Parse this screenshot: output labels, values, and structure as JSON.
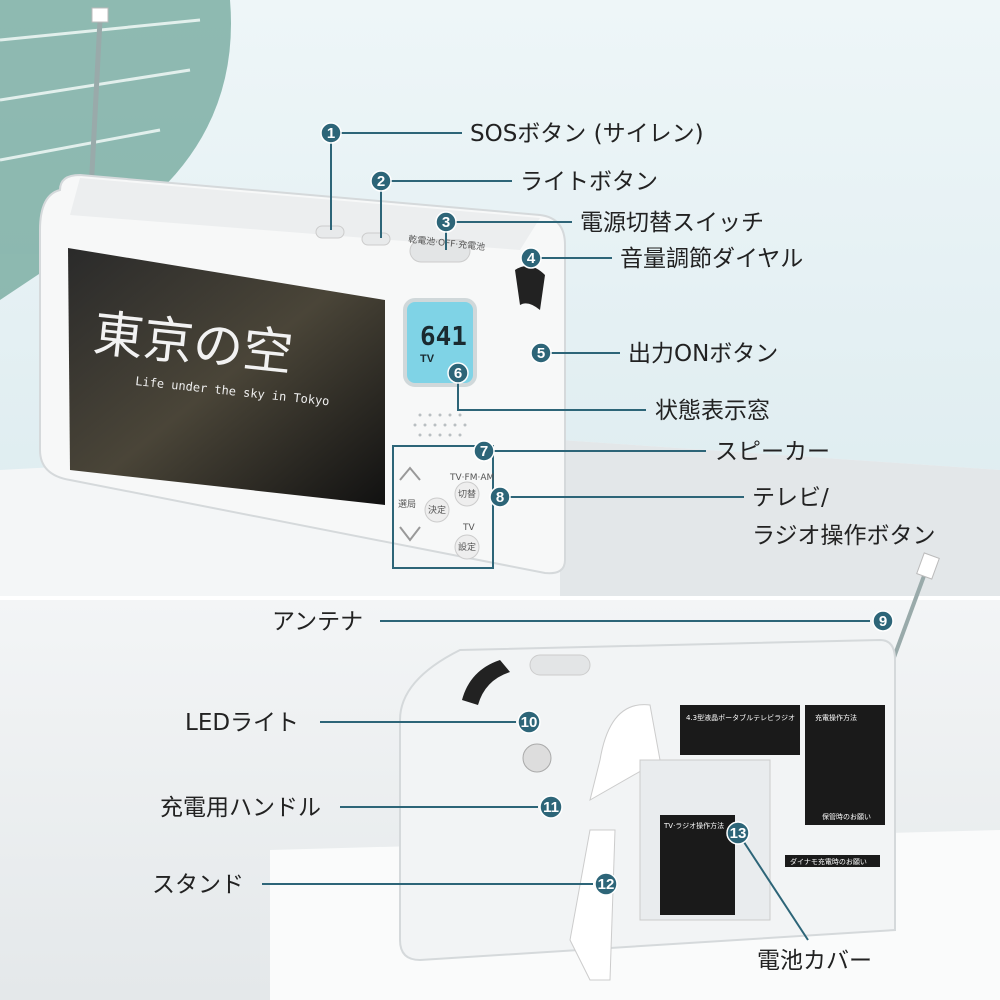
{
  "front": {
    "screen_title": "東京の空",
    "screen_subtitle": "Life under the sky in Tokyo",
    "lcd_channel": "641",
    "lcd_mode": "TV",
    "mode_label": "TV·FM·AM",
    "btn_switch": "切替",
    "btn_select_label": "選局",
    "btn_ok": "決定",
    "tv_label": "TV",
    "btn_setting": "設定",
    "switch_label": "乾電池·OFF·充電池"
  },
  "back": {
    "model_label": "4.3型液晶ポータブルテレビラジオ",
    "charge_title": "充電操作方法",
    "tv_radio_title": "TV·ラジオ操作方法",
    "storage_title": "保管時のお願い",
    "dynamo_title": "ダイナモ充電時のお願い"
  },
  "callouts": [
    {
      "n": "1",
      "label": "SOSボタン (サイレン)"
    },
    {
      "n": "2",
      "label": "ライトボタン"
    },
    {
      "n": "3",
      "label": "電源切替スイッチ"
    },
    {
      "n": "4",
      "label": "音量調節ダイヤル"
    },
    {
      "n": "5",
      "label": "出力ONボタン"
    },
    {
      "n": "6",
      "label": "状態表示窓"
    },
    {
      "n": "7",
      "label": "スピーカー"
    },
    {
      "n": "8",
      "label": "テレビ/",
      "label2": "ラジオ操作ボタン"
    },
    {
      "n": "9",
      "label": "アンテナ"
    },
    {
      "n": "10",
      "label": "LEDライト"
    },
    {
      "n": "11",
      "label": "充電用ハンドル"
    },
    {
      "n": "12",
      "label": "スタンド"
    },
    {
      "n": "13",
      "label": "電池カバー"
    }
  ],
  "colors": {
    "callout": "#2d6578",
    "lcd": "#7fd3e6",
    "background_top": "#e6f1f4"
  }
}
